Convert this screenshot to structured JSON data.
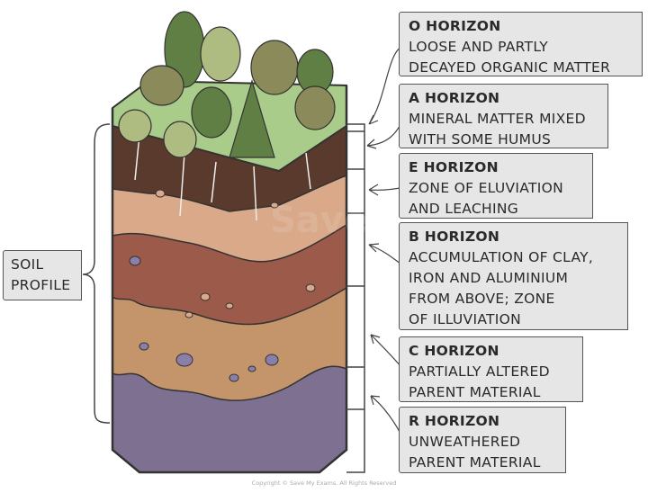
{
  "profile_label": [
    "SOIL",
    "PROFILE"
  ],
  "horizons": [
    {
      "title": "O HORIZON",
      "lines": [
        "LOOSE AND PARTLY",
        "DECAYED ORGANIC MATTER"
      ]
    },
    {
      "title": "A HORIZON",
      "lines": [
        "MINERAL MATTER MIXED",
        "WITH SOME HUMUS"
      ]
    },
    {
      "title": "E HORIZON",
      "lines": [
        "ZONE OF ELUVIATION",
        "AND LEACHING"
      ]
    },
    {
      "title": "B HORIZON",
      "lines": [
        "ACCUMULATION OF CLAY,",
        "IRON AND ALUMINIUM",
        "FROM ABOVE; ZONE",
        "OF ILLUVIATION"
      ]
    },
    {
      "title": "C HORIZON",
      "lines": [
        "PARTIALLY ALTERED",
        "PARENT MATERIAL"
      ]
    },
    {
      "title": "R HORIZON",
      "lines": [
        "UNWEATHERED",
        "PARENT MATERIAL"
      ]
    }
  ],
  "watermark": "Save My Exams",
  "copyright": "Copyright © Save My Exams. All Rights Reserved",
  "colors": {
    "a_horizon": "#5a3a2c",
    "e_horizon": "#d9a98a",
    "b_horizon": "#9b5a4a",
    "c_horizon": "#c4946a",
    "r_horizon": "#7d7090",
    "grass": "#a9cc8a"
  }
}
